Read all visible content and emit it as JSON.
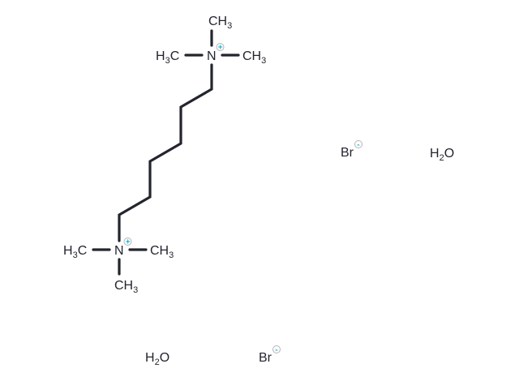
{
  "molecule": {
    "atoms": {
      "n_top": {
        "element": "N",
        "charge": "+"
      },
      "n_bottom": {
        "element": "N",
        "charge": "+"
      },
      "methyl": {
        "h3c": "H",
        "h3c_sub": "3",
        "h3c_c": "C",
        "ch3_c": "CH",
        "ch3_sub": "3"
      }
    },
    "ions": [
      {
        "element": "Br",
        "charge": "-"
      },
      {
        "element": "Br",
        "charge": "-"
      }
    ],
    "water": {
      "h": "H",
      "sub": "2",
      "o": "O"
    },
    "colors": {
      "bond": "#23252e",
      "charge": "#1ab4d6"
    }
  }
}
